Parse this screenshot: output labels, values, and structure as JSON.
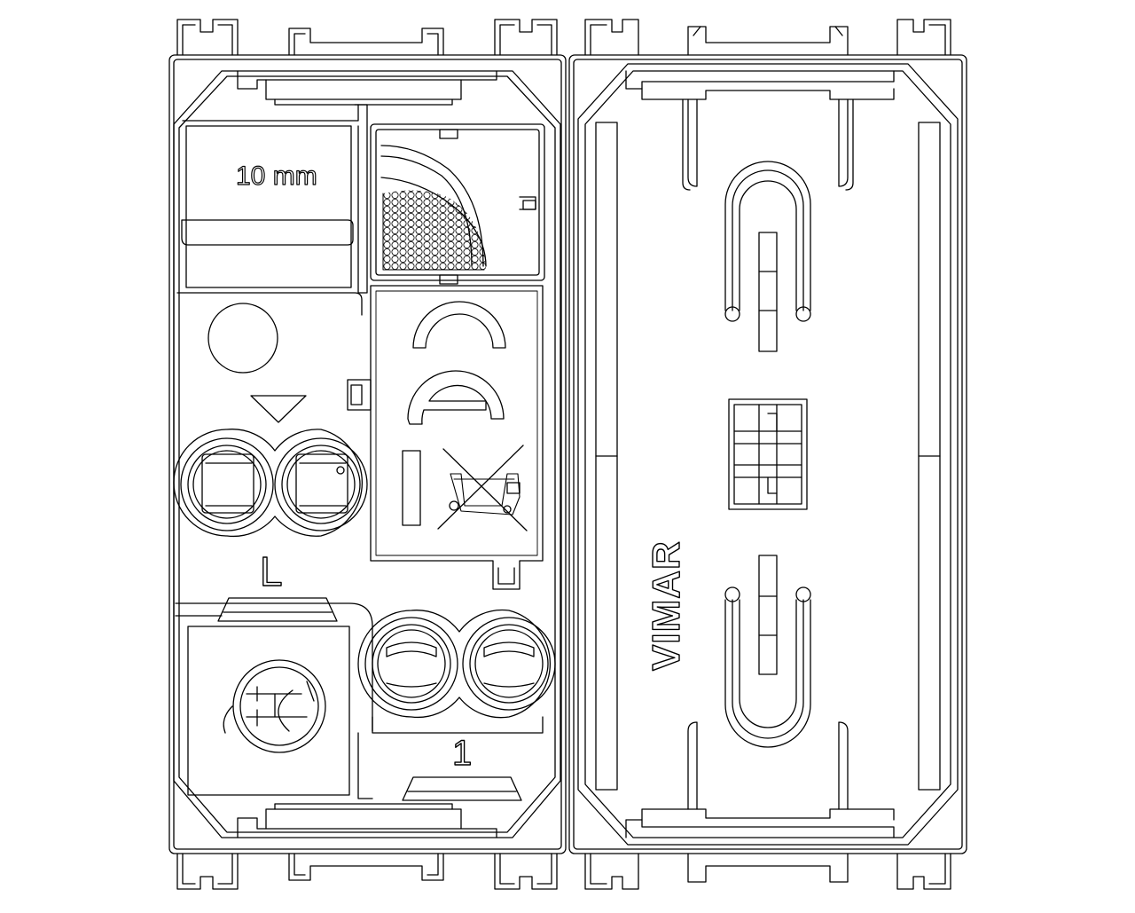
{
  "drawing": {
    "left_module": {
      "strip_length_label": "10 mm",
      "terminal_label_live": "L",
      "terminal_label_output": "1"
    },
    "right_module": {
      "brand_label": "VIMAR"
    },
    "marks": [
      "ce-mark",
      "weee-crossed-bin-symbol",
      "thermal-symbol",
      "push-direction-arrow"
    ],
    "colors": {
      "line": "#000000",
      "background": "#ffffff"
    }
  }
}
